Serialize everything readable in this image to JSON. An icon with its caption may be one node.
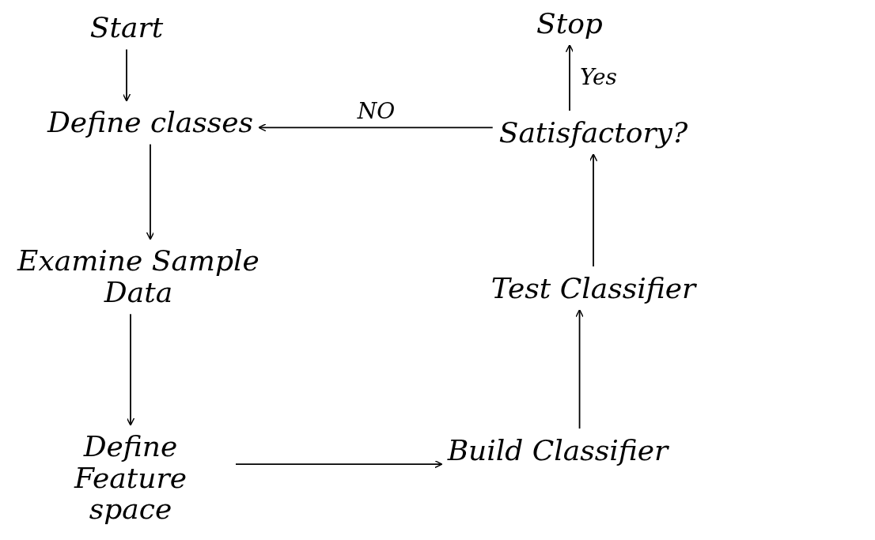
{
  "diagram": {
    "nodes": [
      {
        "text": [
          "Start"
        ]
      },
      {
        "text": [
          "Define classes"
        ]
      },
      {
        "text": [
          "Examine Sample Data"
        ]
      },
      {
        "text": [
          "Define Feature space"
        ]
      },
      {
        "text": [
          "Build Classifier"
        ]
      },
      {
        "text": [
          "Test Classifier"
        ]
      },
      {
        "text": [
          "Satisfactory?"
        ]
      },
      {
        "text": [
          "Stop"
        ]
      }
    ],
    "edges": [
      {
        "from": 0,
        "to": 1,
        "arrow": "to"
      },
      {
        "from": 1,
        "to": 2,
        "arrow": "to"
      },
      {
        "from": 2,
        "to": 3,
        "arrow": "to"
      },
      {
        "from": 3,
        "to": 4,
        "arrow": "to"
      },
      {
        "from": 4,
        "to": 5,
        "arrow": "to"
      },
      {
        "from": 5,
        "to": 6,
        "arrow": "to"
      },
      {
        "from": 6,
        "to": 7,
        "arrow": "to",
        "label": "Yes"
      },
      {
        "from": 6,
        "to": 1,
        "arrow": "to",
        "label": "NO"
      }
    ]
  }
}
